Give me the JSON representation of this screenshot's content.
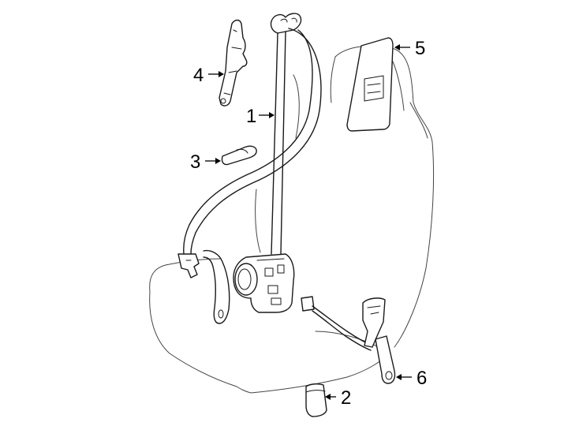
{
  "callouts": [
    {
      "id": "1",
      "label": "1"
    },
    {
      "id": "2",
      "label": "2"
    },
    {
      "id": "3",
      "label": "3"
    },
    {
      "id": "4",
      "label": "4"
    },
    {
      "id": "5",
      "label": "5"
    },
    {
      "id": "6",
      "label": "6"
    }
  ],
  "colors": {
    "line": "#1a1a1a",
    "seat_outline": "#444444",
    "background": "#ffffff"
  }
}
